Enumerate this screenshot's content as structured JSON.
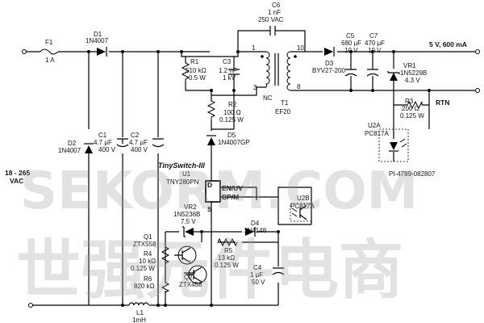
{
  "watermark": {
    "latin": "SEKORM.COM",
    "cjk": "世强元件电商"
  },
  "figure_id": "PI-4789-082807",
  "input": {
    "line1": "18 - 265",
    "line2": "VAC"
  },
  "output": {
    "positive": "5 V, 600 mA",
    "return": "RTN"
  },
  "components": {
    "F1": {
      "ref": "F1",
      "value": "1 A"
    },
    "D1": {
      "ref": "D1",
      "part": "1N4007"
    },
    "D2": {
      "ref": "D2",
      "part": "1N4007"
    },
    "C1": {
      "ref": "C1",
      "value": "4.7 µF",
      "rating": "400 V"
    },
    "C2": {
      "ref": "C2",
      "value": "4.7 µF",
      "rating": "400 V"
    },
    "C6": {
      "ref": "C6",
      "value": "1 nF",
      "rating": "250 VAC"
    },
    "R1": {
      "ref": "R1",
      "value": "510 kΩ",
      "rating": "0.5 W"
    },
    "C3": {
      "ref": "C3",
      "value": "1.2 nF",
      "rating": "1 kV"
    },
    "R2": {
      "ref": "R2",
      "value": "100 Ω",
      "rating": "0.125 W"
    },
    "D5": {
      "ref": "D5",
      "part": "1N4007GP"
    },
    "T1": {
      "ref": "T1",
      "part": "EF20",
      "pin1": "1",
      "pin3": "3",
      "pin8": "8",
      "pin10": "10",
      "nc": "NC"
    },
    "D3": {
      "ref": "D3",
      "part": "BYV27-200"
    },
    "C5": {
      "ref": "C5",
      "value": "680 µF",
      "rating": "10 V"
    },
    "C7": {
      "ref": "C7",
      "value": "470 µF",
      "rating": "10 V"
    },
    "VR1": {
      "ref": "VR1",
      "part": "1N5229B",
      "rating": "4.3 V"
    },
    "R3": {
      "ref": "R3",
      "value": "200 Ω",
      "rating": "0.125 W"
    },
    "U2A": {
      "ref": "U2A",
      "part": "PC817A"
    },
    "U1": {
      "brand": "TinySwitch-III",
      "ref": "U1",
      "part": "TNY280PN",
      "pin_d": "D",
      "pin_en": "EN/UV",
      "pin_bp": "BP/M",
      "pin_s": "S"
    },
    "U2B": {
      "ref": "U2B",
      "part": "PC817A"
    },
    "VR2": {
      "ref": "VR2",
      "part": "1N5236B",
      "rating": "7.5 V"
    },
    "Q1": {
      "ref": "Q1",
      "part": "ZTX558"
    },
    "R4": {
      "ref": "R4",
      "value": "10 kΩ",
      "rating": "0.125 W"
    },
    "R6": {
      "ref": "R6",
      "value": "820 kΩ"
    },
    "Q2": {
      "ref": "Q2",
      "part": "ZTX458"
    },
    "R5": {
      "ref": "R5",
      "value": "13 kΩ",
      "rating": "0.125 W"
    },
    "D4": {
      "ref": "D4",
      "part": "1N4148"
    },
    "C4": {
      "ref": "C4",
      "value": "1 µF",
      "rating": "50 V"
    },
    "L1": {
      "ref": "L1",
      "value": "1mH"
    }
  }
}
